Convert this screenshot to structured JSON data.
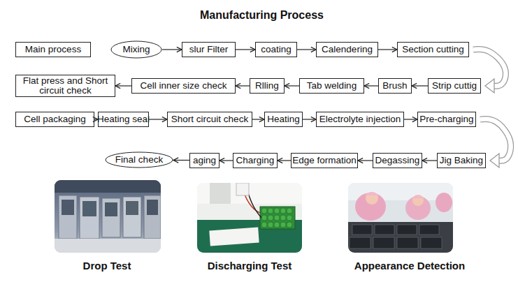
{
  "diagram": {
    "title": "Manufacturing Process",
    "nodes": [
      {
        "text": [
          "Main process"
        ]
      },
      {
        "text": [
          "Mixing"
        ]
      },
      {
        "text": [
          "slur Filter"
        ]
      },
      {
        "text": [
          "coating"
        ]
      },
      {
        "text": [
          "Calendering"
        ]
      },
      {
        "text": [
          "Section cutting"
        ]
      },
      {
        "text": [
          "Strip cuttig"
        ]
      },
      {
        "text": [
          "Brush"
        ]
      },
      {
        "text": [
          "Tab welding"
        ]
      },
      {
        "text": [
          "Rlling"
        ]
      },
      {
        "text": [
          "Cell inner size check"
        ]
      },
      {
        "text": [
          "Flat press and Short circuit check"
        ]
      },
      {
        "text": [
          "Cell packaging"
        ]
      },
      {
        "text": [
          "Heating seal"
        ]
      },
      {
        "text": [
          "Short circuit check"
        ]
      },
      {
        "text": [
          "Heating"
        ]
      },
      {
        "text": [
          "Electrolyte injection"
        ]
      },
      {
        "text": [
          "Pre-charging"
        ]
      },
      {
        "text": [
          "Jig Baking"
        ]
      },
      {
        "text": [
          "Degassing"
        ]
      },
      {
        "text": [
          "Edge formation"
        ]
      },
      {
        "text": [
          "Charging"
        ]
      },
      {
        "text": [
          "aging"
        ]
      },
      {
        "text": [
          "Final check"
        ]
      }
    ],
    "edges": [
      {
        "from": 1,
        "to": 2,
        "arrow": "to"
      },
      {
        "from": 2,
        "to": 3,
        "arrow": "to"
      },
      {
        "from": 3,
        "to": 4,
        "arrow": "to"
      },
      {
        "from": 4,
        "to": 5,
        "arrow": "to"
      },
      {
        "from": 5,
        "to": 6,
        "arrow": "to"
      },
      {
        "from": 6,
        "to": 7,
        "arrow": "to"
      },
      {
        "from": 7,
        "to": 8,
        "arrow": "to"
      },
      {
        "from": 8,
        "to": 9,
        "arrow": "to"
      },
      {
        "from": 9,
        "to": 10,
        "arrow": "to"
      },
      {
        "from": 10,
        "to": 11,
        "arrow": "to"
      },
      {
        "from": 12,
        "to": 13,
        "arrow": "to"
      },
      {
        "from": 13,
        "to": 14,
        "arrow": "to"
      },
      {
        "from": 14,
        "to": 15,
        "arrow": "to"
      },
      {
        "from": 15,
        "to": 16,
        "arrow": "to"
      },
      {
        "from": 16,
        "to": 17,
        "arrow": "to"
      },
      {
        "from": 17,
        "to": 18,
        "arrow": "to"
      },
      {
        "from": 18,
        "to": 19,
        "arrow": "to"
      },
      {
        "from": 19,
        "to": 20,
        "arrow": "to"
      },
      {
        "from": 20,
        "to": 21,
        "arrow": "to"
      },
      {
        "from": 21,
        "to": 22,
        "arrow": "to"
      },
      {
        "from": 22,
        "to": 23,
        "arrow": "to"
      }
    ],
    "labels": [
      "Drop Test",
      "Discharging Test",
      "Appearance Detection"
    ]
  }
}
